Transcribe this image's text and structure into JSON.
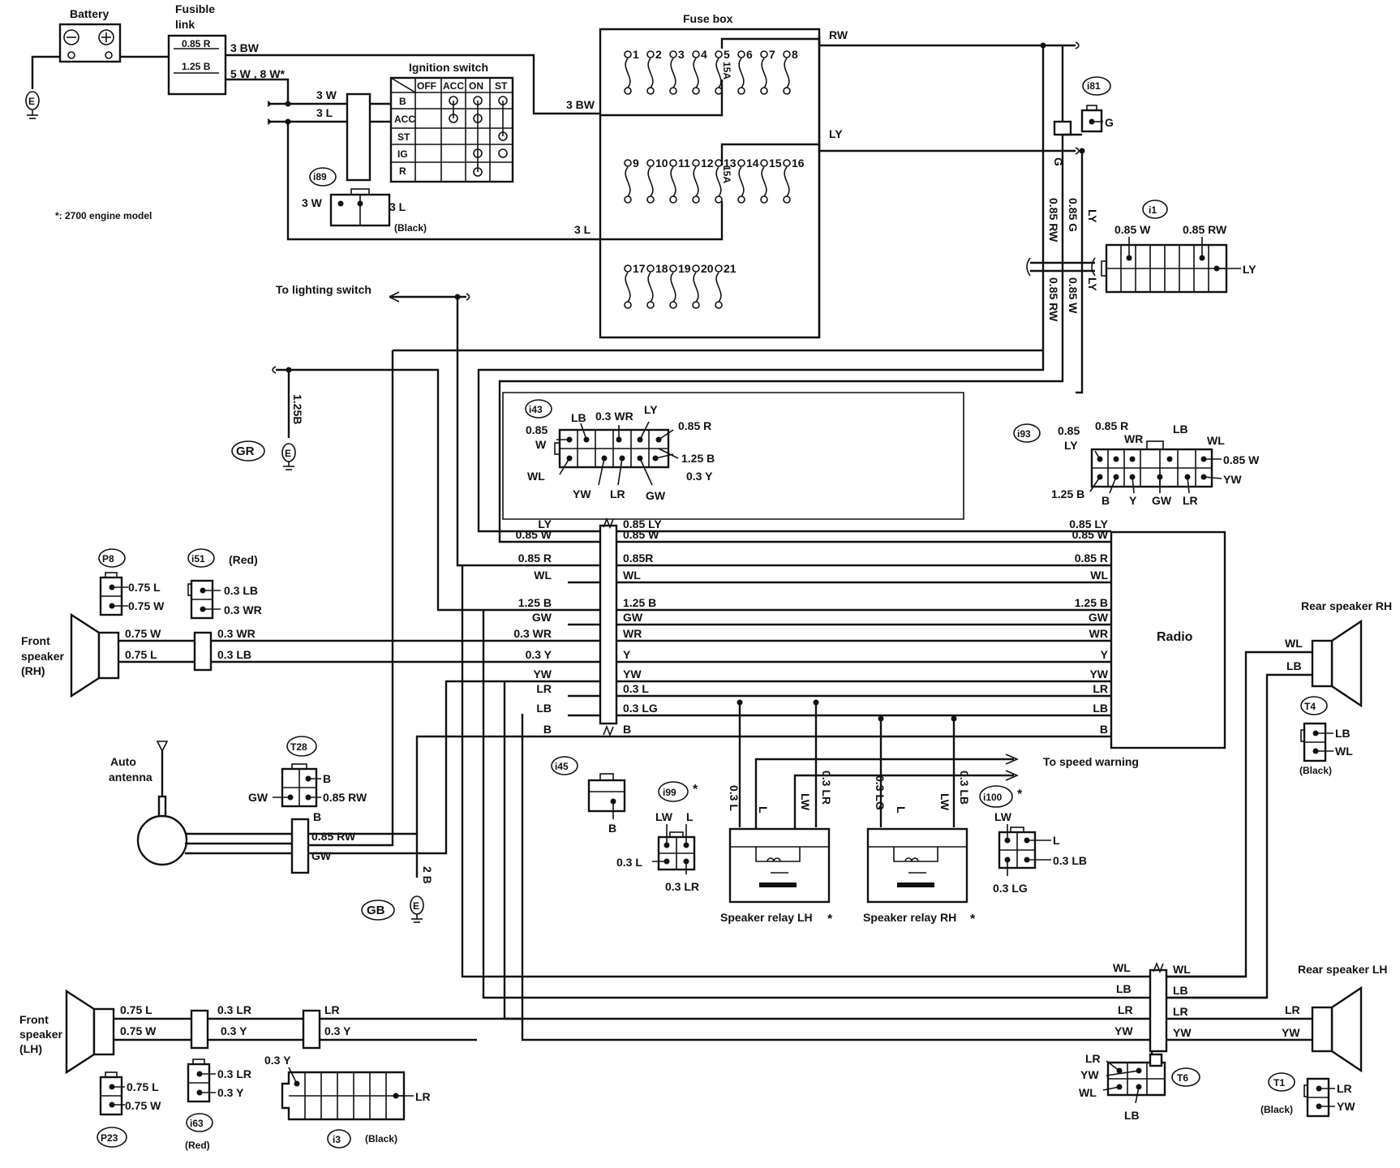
{
  "components": {
    "battery": "Battery",
    "fusible_link": [
      "Fusible",
      "link"
    ],
    "ignition_switch": "Ignition switch",
    "fuse_box": "Fuse box",
    "radio": "Radio",
    "lighting": "To lighting switch",
    "speed": "To speed warning",
    "auto_antenna": [
      "Auto",
      "antenna"
    ],
    "front_rh": [
      "Front",
      "speaker",
      "(RH)"
    ],
    "front_lh": [
      "Front",
      "speaker",
      "(LH)"
    ],
    "rear_rh": "Rear speaker RH",
    "rear_lh": "Rear speaker LH",
    "relay_lh": "Speaker relay LH",
    "relay_rh": "Speaker relay RH",
    "footnote": "*:  2700 engine model",
    "ground": "E",
    "asterisk": "*"
  },
  "ignition_table": {
    "cols": [
      "OFF",
      "ACC",
      "ON",
      "ST"
    ],
    "rows": [
      "B",
      "ACC",
      "ST",
      "IG",
      "R"
    ]
  },
  "fuses": [
    "1",
    "2",
    "3",
    "4",
    "5",
    "6",
    "7",
    "8",
    "9",
    "10",
    "11",
    "12",
    "13",
    "14",
    "15",
    "16",
    "17",
    "18",
    "19",
    "20",
    "21"
  ],
  "fuse_ratings": [
    "15A",
    "15A"
  ],
  "grounds": [
    "GR",
    "GB"
  ],
  "connectors": {
    "i81": "i81",
    "i89": "i89",
    "i1": "i1",
    "i43": "i43",
    "i93": "i93",
    "P8": "P8",
    "i51": "i51",
    "T28": "T28",
    "i45": "i45",
    "i99": "i99",
    "i100": "i100",
    "T4": "T4",
    "P23": "P23",
    "i63": "i63",
    "i3": "i3",
    "T6": "T6",
    "T1": "T1"
  },
  "connector_notes": {
    "red": "(Red)",
    "black": "(Black)"
  },
  "wires": {
    "top": [
      "3 BW",
      "5 W , 8 W*",
      "3 W",
      "3 L",
      "3 BW",
      "RW",
      "LY",
      "3 L",
      "G",
      "G",
      "0.85 R",
      "1.25 B"
    ],
    "i89": [
      "3 W",
      "3 L"
    ],
    "vertical": [
      "0.85 RW",
      "0.85 G",
      "LY",
      "0.85 RW",
      "0.85 W",
      "LY",
      "1.25B",
      "2 B"
    ],
    "i1": [
      "0.85 W",
      "0.85 RW",
      "LY"
    ],
    "i43": [
      "0.85",
      "W",
      "LB",
      "0.3 WR",
      "LY",
      "0.85 R",
      "WL",
      "YW",
      "LR",
      "GW",
      "1.25 B",
      "0.3 Y"
    ],
    "i93": [
      "0.85",
      "LY",
      "0.85 R",
      "WR",
      "LB",
      "WL",
      "0.85 W",
      "YW",
      "1.25 B",
      "B",
      "Y",
      "GW",
      "LR"
    ],
    "harness_left": [
      "LY",
      "0.85 W",
      "0.85 R",
      "WL",
      "1.25 B",
      "GW",
      "0.3 WR",
      "0.3 Y",
      "YW",
      "LR",
      "LB",
      "B"
    ],
    "harness_mid": [
      "0.85 LY",
      "0.85 W",
      "0.85R",
      "WL",
      "1.25 B",
      "GW",
      "WR",
      "Y",
      "YW",
      "0.3 L",
      "0.3 LG",
      "B"
    ],
    "harness_right": [
      "0.85 LY",
      "0.85 W",
      "0.85 R",
      "WL",
      "1.25 B",
      "GW",
      "WR",
      "Y",
      "YW",
      "LR",
      "LB",
      "B"
    ],
    "p8": [
      "0.75 L",
      "0.75 W"
    ],
    "i51": [
      "0.3 LB",
      "0.3 WR"
    ],
    "front_rh": [
      "0.75 W",
      "0.75 L",
      "0.3 WR",
      "0.3 LB"
    ],
    "t28": [
      "B",
      "GW",
      "0.85 RW"
    ],
    "antenna": [
      "B",
      "0.85 RW",
      "GW"
    ],
    "i45": "B",
    "i99": [
      "LW",
      "L",
      "0.3 L",
      "0.3 LR"
    ],
    "relay_lh": [
      "0.3 L",
      "L",
      "LW",
      "0.3 LR"
    ],
    "relay_rh": [
      "0.3 LG",
      "L",
      "LW",
      "0.3 LB"
    ],
    "i100": [
      "LW",
      "L",
      "0.3 LB",
      "0.3 LG"
    ],
    "rear_rh": [
      "WL",
      "LB"
    ],
    "t4": [
      "LB",
      "WL"
    ],
    "front_lh": [
      "0.75 L",
      "0.75 W",
      "0.3 LR",
      "0.3 Y",
      "LR",
      "0.3 Y"
    ],
    "p23": [
      "0.75 L",
      "0.75 W"
    ],
    "i63": [
      "0.3 LR",
      "0.3 Y"
    ],
    "i3": [
      "0.3 Y",
      "LR"
    ],
    "rear_bottom_left": [
      "WL",
      "LB",
      "LR",
      "YW"
    ],
    "rear_bottom_right": [
      "WL",
      "LB",
      "LR",
      "YW"
    ],
    "rear_lh": [
      "LR",
      "YW"
    ],
    "t6": [
      "LR",
      "YW",
      "WL",
      "LB"
    ],
    "t1": [
      "LR",
      "YW"
    ]
  }
}
